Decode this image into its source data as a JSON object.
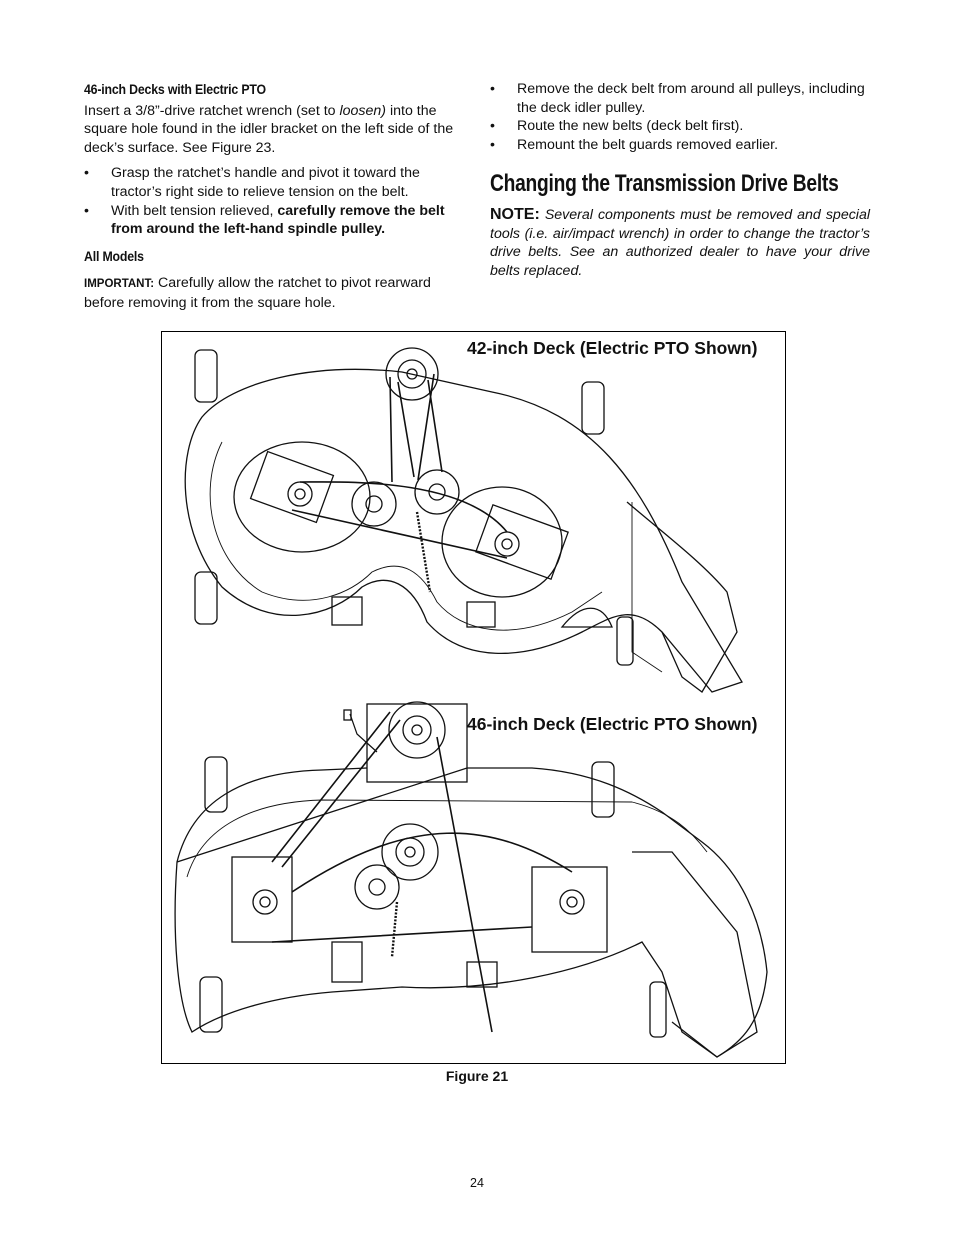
{
  "left": {
    "heading1": "46-inch Decks with Electric PTO",
    "intro_a": "Insert a 3/8”-drive ratchet wrench (set to ",
    "intro_em": "loosen)",
    "intro_b": " into the square hole found in the idler bracket on the left side of the deck’s surface. See Figure 23.",
    "bullet1": "Grasp the ratchet’s handle and pivot it toward the tractor’s right side to relieve tension on the belt.",
    "bullet2_a": "With belt tension relieved, ",
    "bullet2_b": "carefully remove the belt from around the left-hand spindle pulley.",
    "heading2": "All Models",
    "important_label": "IMPORTANT:",
    "important_text": " Carefully allow the ratchet to pivot rearward before removing it from the square hole."
  },
  "right": {
    "bullet1": "Remove the deck belt from around all pulleys, including the deck idler pulley.",
    "bullet2": "Route the new belts (deck belt first).",
    "bullet3": "Remount the belt guards removed earlier.",
    "heading": "Changing the Transmission Drive Belts",
    "note_label": "NOTE:",
    "note_text": " Several components must be removed and special tools (i.e. air/impact wrench) in order to change the tractor’s drive belts. See an authorized dealer to have your drive belts replaced."
  },
  "figure": {
    "label_top": "42-inch Deck (Electric PTO Shown)",
    "label_bottom": "46-inch Deck (Electric PTO Shown)",
    "caption": "Figure 21"
  },
  "bullet_glyph": "•",
  "page_number": "24"
}
